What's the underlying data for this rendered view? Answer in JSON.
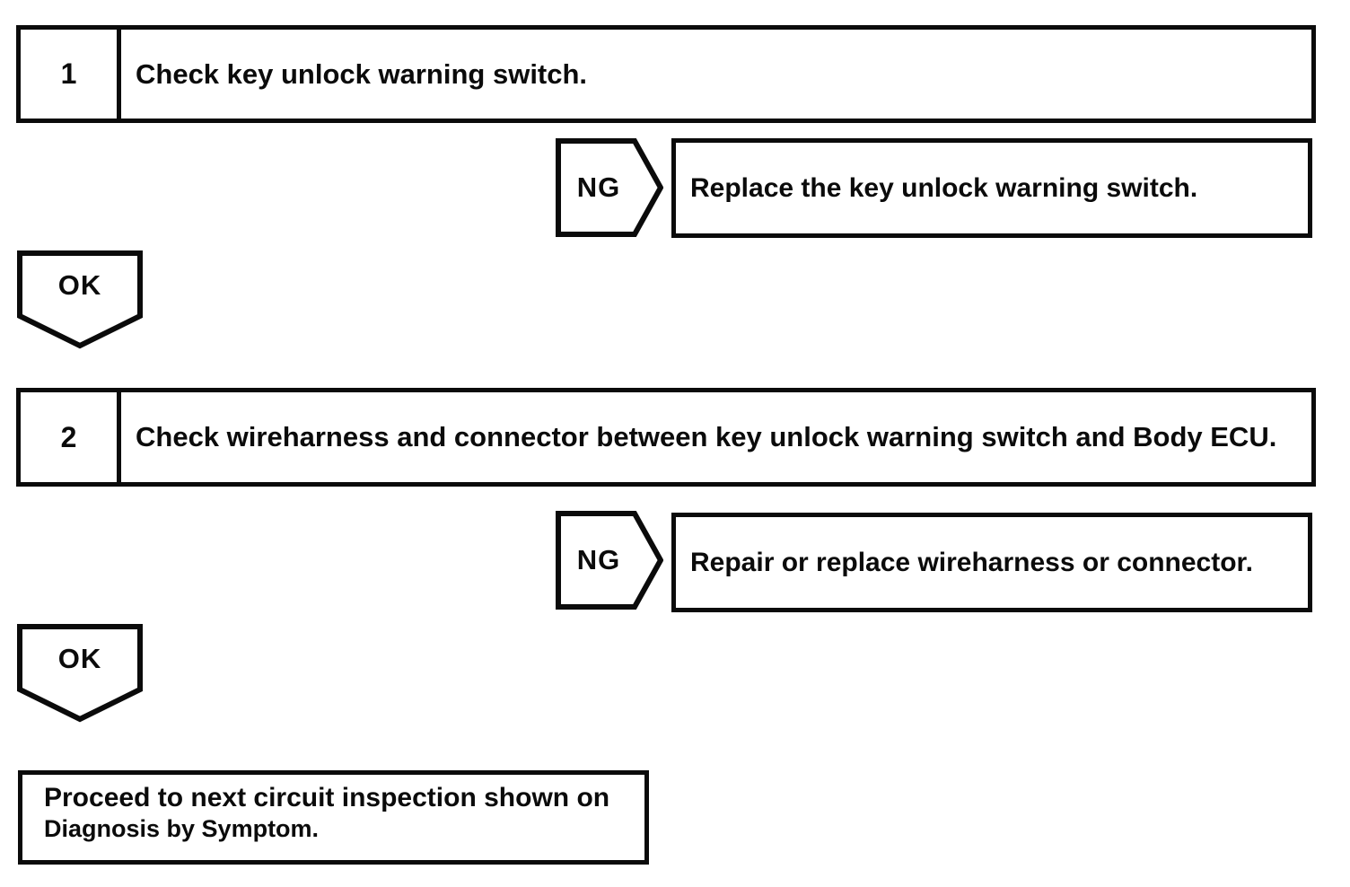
{
  "palette": {
    "ink": "#0b0b0b",
    "paper": "#ffffff"
  },
  "flowchart": {
    "steps": [
      {
        "number": "1",
        "instruction": "Check key unlock warning switch.",
        "ng_label": "NG",
        "ng_action": "Replace the key unlock warning switch.",
        "ok_label": "OK"
      },
      {
        "number": "2",
        "instruction": "Check wireharness and connector between key unlock warning switch and Body ECU.",
        "ng_label": "NG",
        "ng_action": "Repair or replace wireharness or connector.",
        "ok_label": "OK"
      }
    ],
    "terminal": {
      "line1": "Proceed to next circuit inspection shown on",
      "line2": "Diagnosis by Symptom."
    }
  }
}
